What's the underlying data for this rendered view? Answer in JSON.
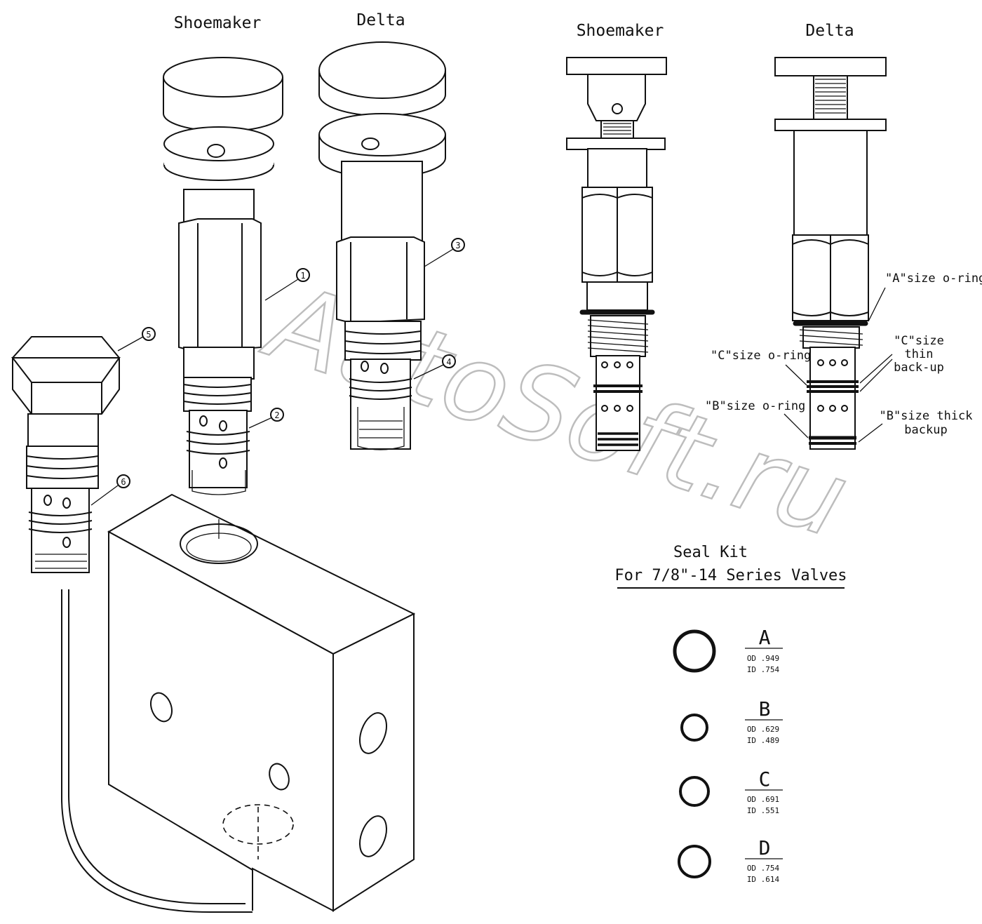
{
  "exploded_view": {
    "shoemaker_heading": "Shoemaker",
    "delta_heading": "Delta",
    "callouts": [
      "1",
      "2",
      "3",
      "4",
      "5",
      "6"
    ]
  },
  "section_view": {
    "shoemaker_heading": "Shoemaker",
    "delta_heading": "Delta",
    "labels": {
      "a_oring": "\"A\"size o-ring",
      "c_oring": "\"C\"size o-ring",
      "c_backup": [
        "\"C\"size",
        "thin",
        "back-up"
      ],
      "b_oring": "\"B\"size o-ring",
      "b_backup": [
        "\"B\"size thick",
        "backup"
      ]
    }
  },
  "seal_kit": {
    "title": "Seal Kit",
    "subtitle": "For 7/8\"-14 Series Valves",
    "seals": [
      {
        "letter": "A",
        "od": "OD .949",
        "id": "ID .754"
      },
      {
        "letter": "B",
        "od": "OD .629",
        "id": "ID .489"
      },
      {
        "letter": "C",
        "od": "OD .691",
        "id": "ID .551"
      },
      {
        "letter": "D",
        "od": "OD .754",
        "id": "ID .614"
      }
    ]
  },
  "watermark": "AutoSoft.ru"
}
